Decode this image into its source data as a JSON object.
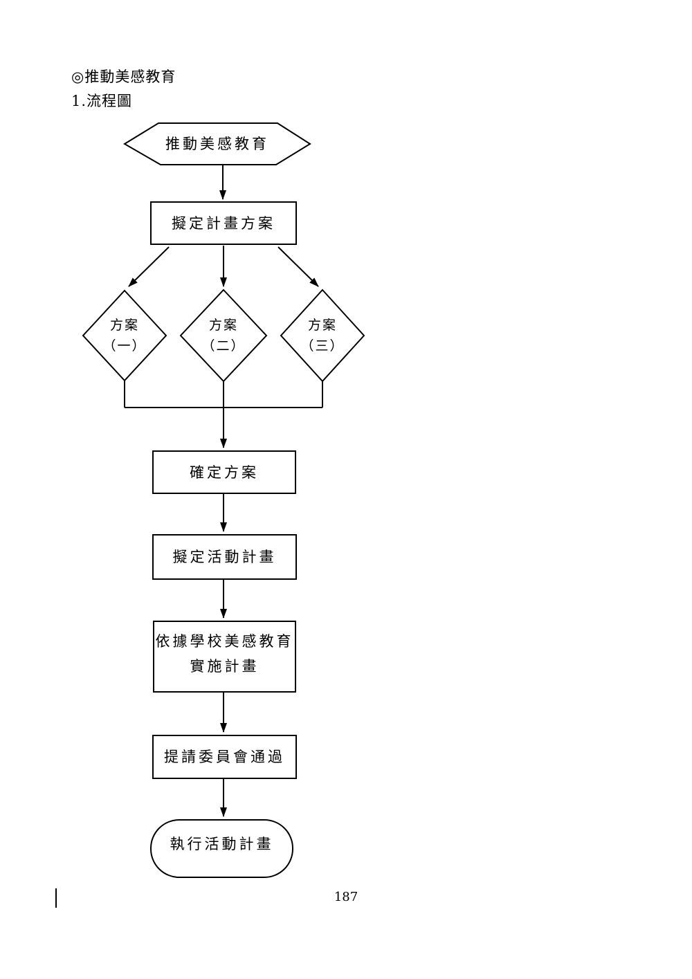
{
  "page": {
    "header_line1": "◎推動美感教育",
    "header_line2": "1.流程圖",
    "page_number": "187"
  },
  "flowchart": {
    "start": "推動美感教育",
    "step_plan": "擬定計畫方案",
    "option1": "方案\n（一）",
    "option2": "方案\n（二）",
    "option3": "方案\n（三）",
    "confirm": "確定方案",
    "activity_plan": "擬定活動計畫",
    "implement_basis": "依據學校美感教育\n實施計畫",
    "committee": "提請委員會通過",
    "execute": "執行活動計畫"
  },
  "colors": {
    "ink": "#000000",
    "background": "#ffffff"
  }
}
